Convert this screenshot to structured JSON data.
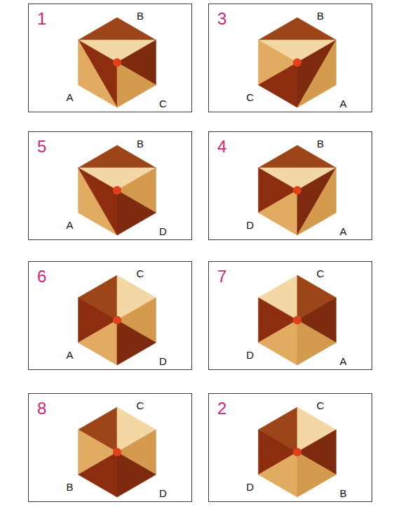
{
  "diagram": {
    "nodes": [
      {
        "text": [
          "1",
          "B",
          "A",
          "C"
        ]
      },
      {
        "text": [
          "3",
          "B",
          "C",
          "A"
        ]
      },
      {
        "text": [
          "5",
          "B",
          "A",
          "D"
        ]
      },
      {
        "text": [
          "4",
          "B",
          "D",
          "A"
        ]
      },
      {
        "text": [
          "6",
          "C",
          "A",
          "D"
        ]
      },
      {
        "text": [
          "7",
          "C",
          "D",
          "A"
        ]
      },
      {
        "text": [
          "8",
          "C",
          "B",
          "D"
        ]
      },
      {
        "text": [
          "2",
          "C",
          "D",
          "B"
        ]
      }
    ]
  }
}
